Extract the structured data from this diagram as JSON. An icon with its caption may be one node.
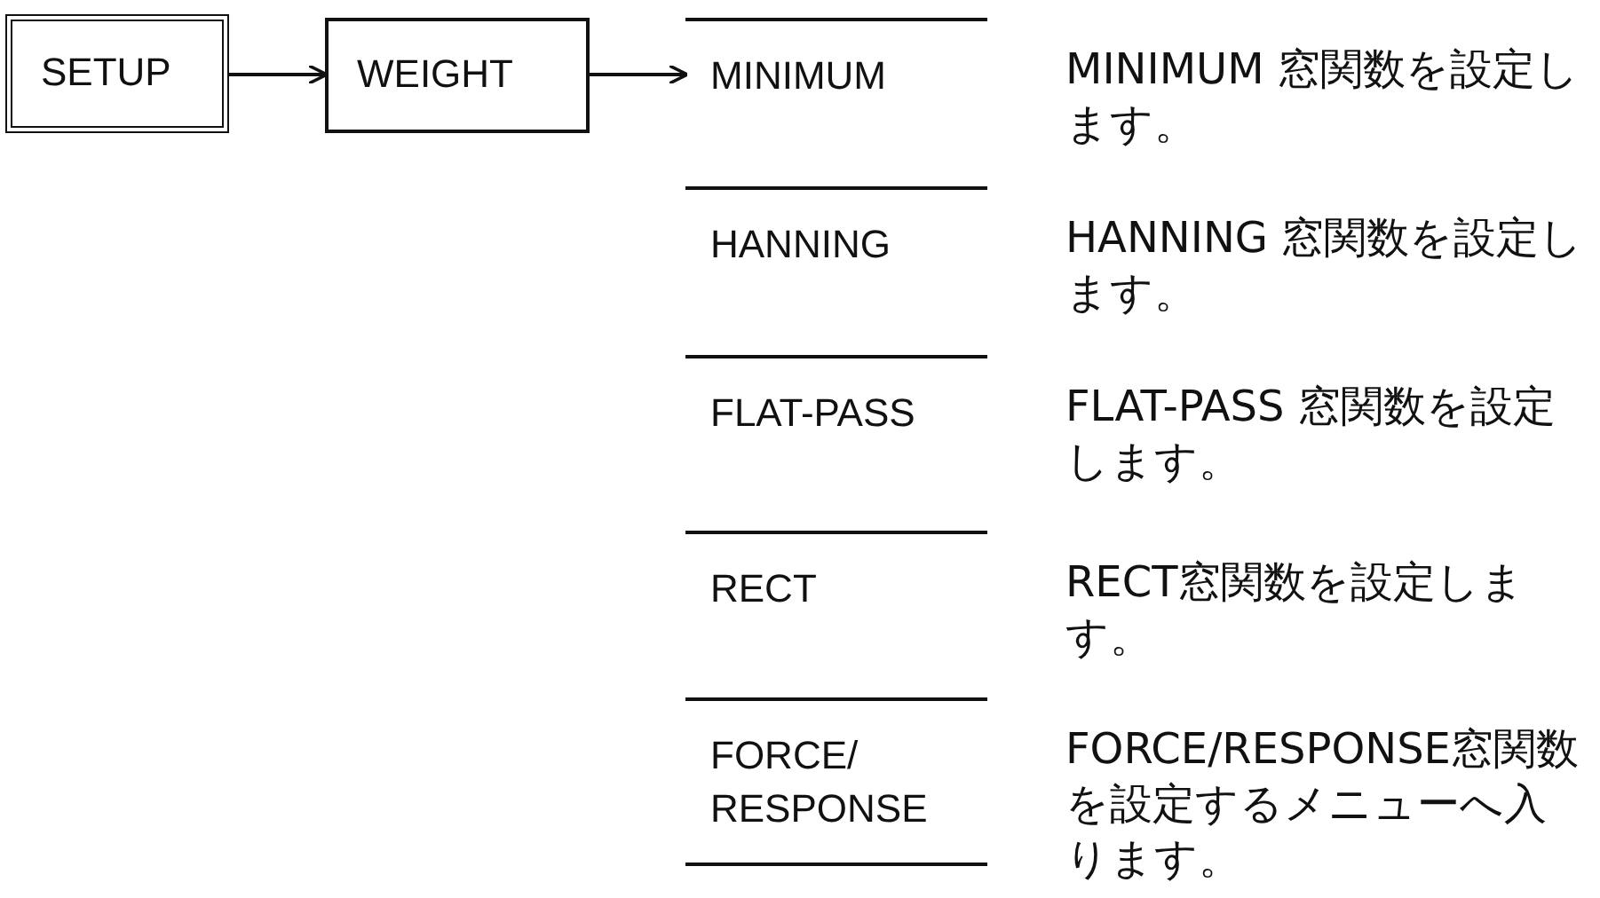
{
  "diagram": {
    "nodes": [
      {
        "text": [
          "SETUP"
        ]
      },
      {
        "text": [
          "WEIGHT"
        ]
      },
      {
        "text": [
          "MINIMUM"
        ],
        "beside": [
          "MINIMUM 窓関数を設定します。"
        ]
      },
      {
        "text": [
          "HANNING"
        ],
        "beside": [
          "HANNING 窓関数を設定します。"
        ]
      },
      {
        "text": [
          "FLAT-PASS"
        ],
        "beside": [
          "FLAT-PASS 窓関数を設定します。"
        ]
      },
      {
        "text": [
          "RECT"
        ],
        "beside": [
          "RECT窓関数を設定します。"
        ]
      },
      {
        "text": [
          "FORCE/ RESPONSE"
        ],
        "beside": [
          "FORCE/RESPONSE窓関数を設定するメニューへ入ります。"
        ]
      }
    ],
    "edges": [
      {
        "from": 0,
        "to": 1,
        "arrow": "to"
      },
      {
        "from": 1,
        "to": 2,
        "arrow": "to"
      }
    ]
  }
}
